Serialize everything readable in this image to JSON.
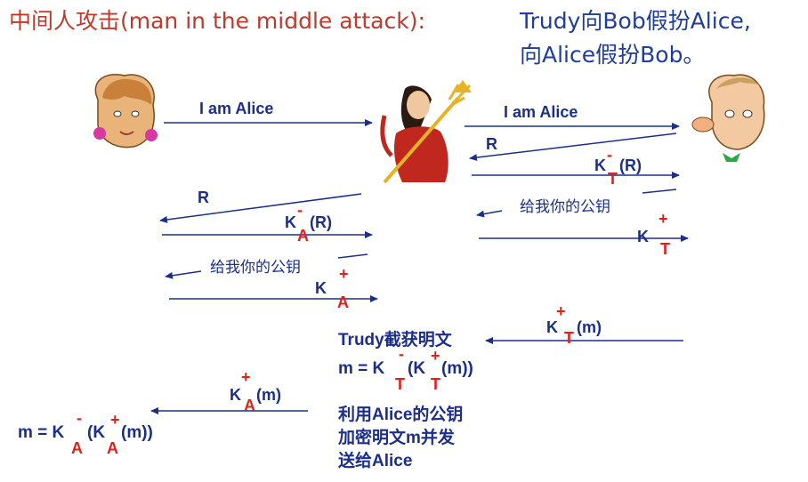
{
  "title": {
    "red_part": "中间人攻击(man in the middle attack):",
    "blue_line1": "Trudy向Bob假扮Alice,",
    "blue_line2": "向Alice假扮Bob。"
  },
  "labels": {
    "i_am_alice_left": "I am Alice",
    "i_am_alice_right": "I am Alice",
    "r_right": "R",
    "r_left": "R",
    "send_pubkey_right": "给我你的公钥",
    "send_pubkey_left": "给我你的公钥",
    "k": "K",
    "minus": "-",
    "plus": "+",
    "sub_t": "T",
    "sub_a": "A",
    "arg_r": " (R)",
    "arg_m": "(m)",
    "trudy_intercepts": "Trudy截获明文",
    "m_eq": "m = K",
    "open_k": "(K",
    "close_m": " (m))",
    "resend_1": "利用Alice的公钥",
    "resend_2": "加密明文m并发",
    "resend_3": "送给Alice"
  },
  "colors": {
    "arrow": "#1b2f8a",
    "title_red": "#c0392b",
    "title_blue": "#1f3d99",
    "key_red": "#e0201b"
  }
}
